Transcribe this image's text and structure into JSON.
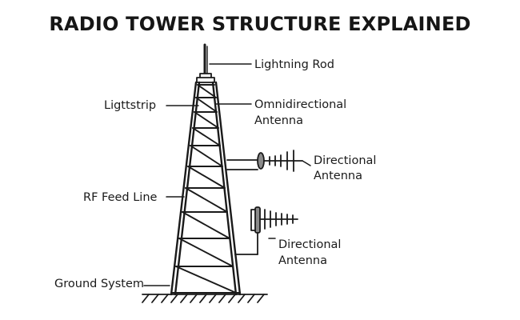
{
  "title": "RADIO TOWER STRUCTURE EXPLAINED",
  "labels": {
    "lightning_rod": "Lightning Rod",
    "light_strip": "Ligttstrip",
    "omni_line1": "Omnidirectional",
    "omni_line2": "Antenna",
    "dir1_line1": "Directional",
    "dir1_line2": "Antenna",
    "rf_feed_line": "RF Feed Line",
    "dir2_line1": "Directional",
    "dir2_line2": "Antenna",
    "ground_system": "Ground System"
  },
  "colors": {
    "ink": "#1a1a1a",
    "antenna_fill": "#8a8a8a",
    "background": "#ffffff"
  }
}
